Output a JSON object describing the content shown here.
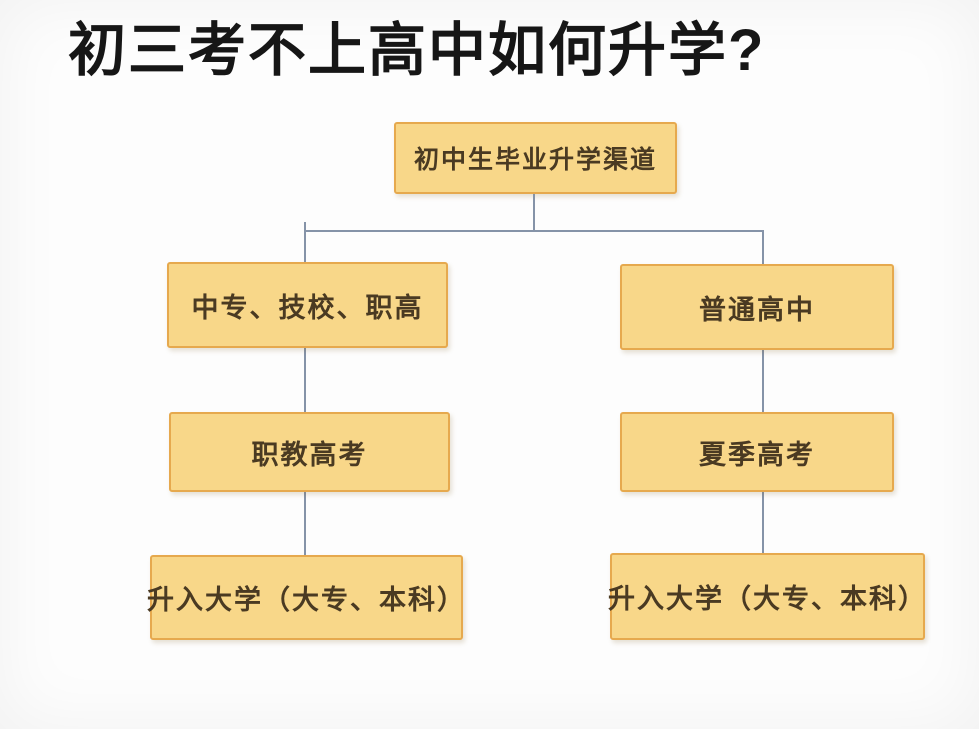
{
  "page": {
    "title": "初三考不上高中如何升学?"
  },
  "flowchart": {
    "root": {
      "label": "初中生毕业升学渠道"
    },
    "branches": [
      {
        "name": "vocational-path",
        "steps": [
          {
            "label": "中专、技校、职高"
          },
          {
            "label": "职教高考"
          },
          {
            "label": "升入大学（大专、本科）"
          }
        ]
      },
      {
        "name": "regular-path",
        "steps": [
          {
            "label": "普通高中"
          },
          {
            "label": "夏季高考"
          },
          {
            "label": "升入大学（大专、本科）"
          }
        ]
      }
    ]
  },
  "colors": {
    "background": "#fdfdfd",
    "title_text": "#161616",
    "box_fill": "#f8d789",
    "box_border": "#e6a94e",
    "box_text": "#4a3a22",
    "connector": "#8593a8"
  }
}
